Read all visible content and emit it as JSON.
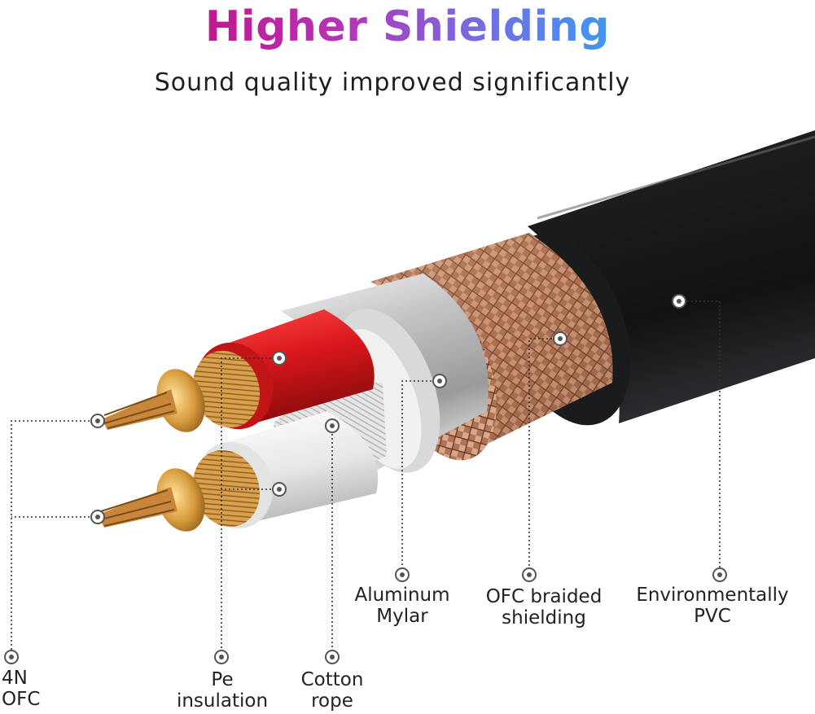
{
  "title": "Higher Shielding",
  "subtitle": "Sound quality improved significantly",
  "labels": {
    "ofc": [
      "4N",
      "OFC"
    ],
    "pe": [
      "Pe",
      "insulation"
    ],
    "cotton": [
      "Cotton",
      "rope"
    ],
    "mylar": [
      "Aluminum",
      "Mylar"
    ],
    "braid": [
      "OFC braided",
      "shielding"
    ],
    "pvc": [
      "Environmentally",
      "PVC"
    ]
  },
  "colors": {
    "jacket": "#1d1e20",
    "braid": "#b57b5c",
    "mylar": "#c9c9c9",
    "red_insulation": "#d8171b",
    "white_insulation": "#efefef",
    "copper": "#d9a14e",
    "title_start": "#c2178f",
    "title_end": "#3e98f0"
  }
}
